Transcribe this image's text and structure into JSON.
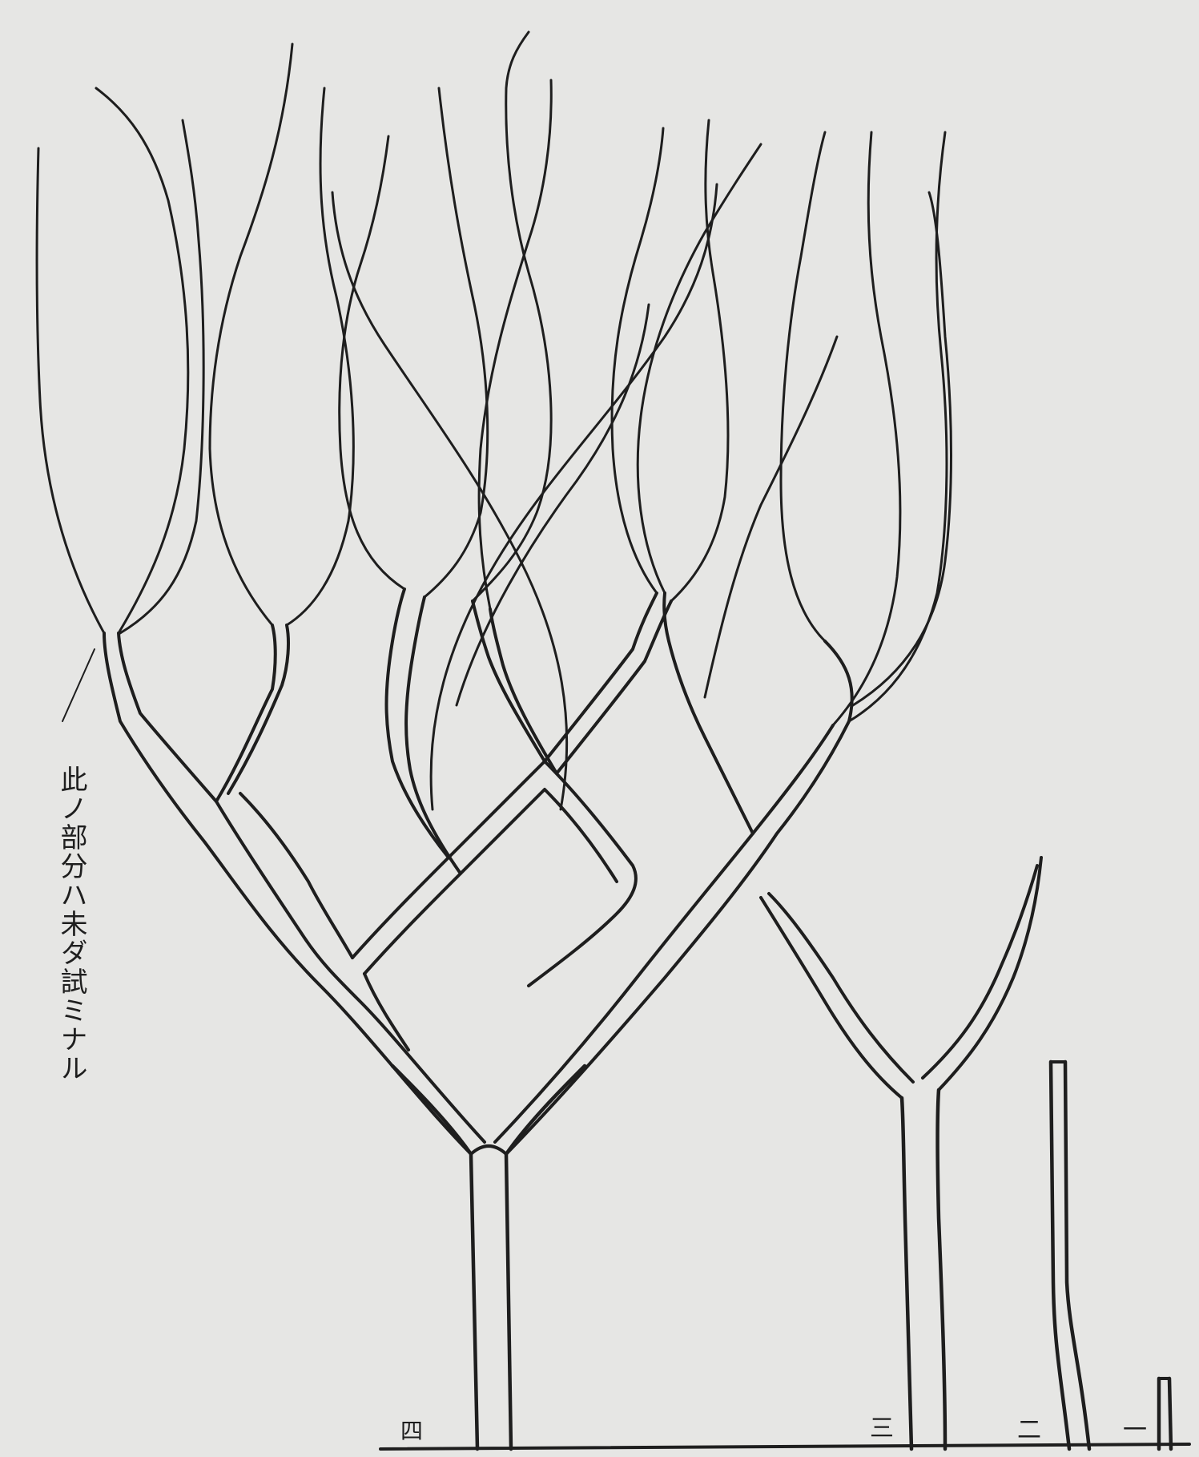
{
  "annotation": "此ノ部分ハ未ダ試ミナル",
  "stage_labels": {
    "four": "四",
    "three": "三",
    "two": "二",
    "one": "一"
  }
}
